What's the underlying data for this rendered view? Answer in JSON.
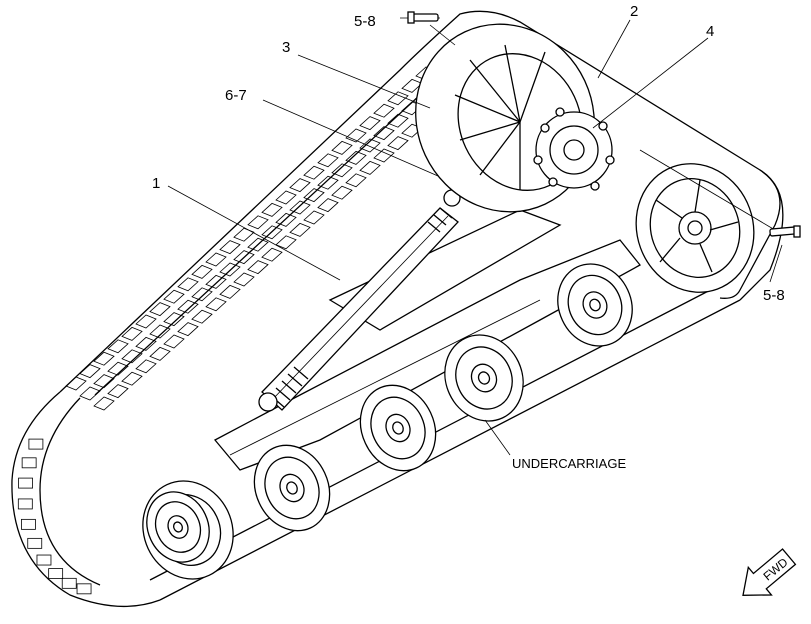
{
  "callouts": {
    "c1": "1",
    "c2": "2",
    "c3": "3",
    "c4": "4",
    "c67": "6-7",
    "c58_top": "5-8",
    "c58_right": "5-8"
  },
  "notes": {
    "undercarriage": "UNDERCARRIAGE",
    "fwd": "FWD"
  }
}
